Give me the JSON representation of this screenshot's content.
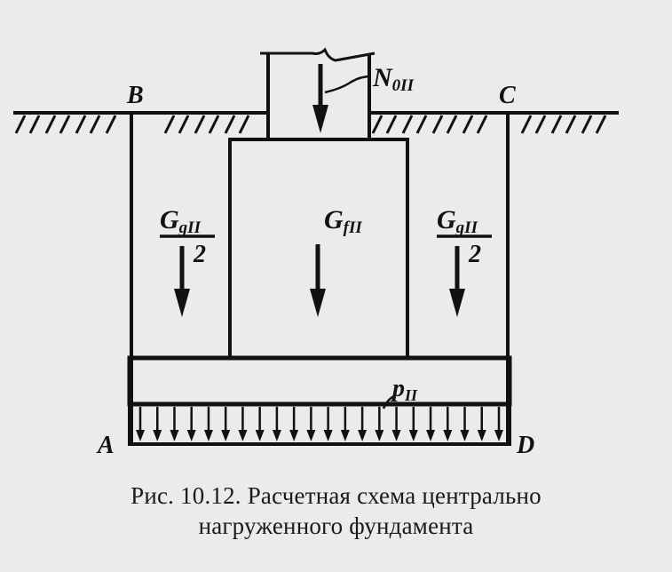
{
  "labels": {
    "point_a": "A",
    "point_b": "B",
    "point_c": "C",
    "point_d": "D",
    "column_load": "N",
    "column_load_sub": "0II",
    "soil_left_num": "G",
    "soil_left_num_sub": "gII",
    "soil_left_den": "2",
    "foundation_load": "G",
    "foundation_load_sub": "fII",
    "soil_right_num": "G",
    "soil_right_num_sub": "gII",
    "soil_right_den": "2",
    "pressure": "p",
    "pressure_sub": "II"
  },
  "caption": {
    "line1": "Рис. 10.12. Расчетная схема центрально",
    "line2": "нагруженного фундамента"
  },
  "colors": {
    "ink": "#111111",
    "paper": "#ebebeb"
  }
}
